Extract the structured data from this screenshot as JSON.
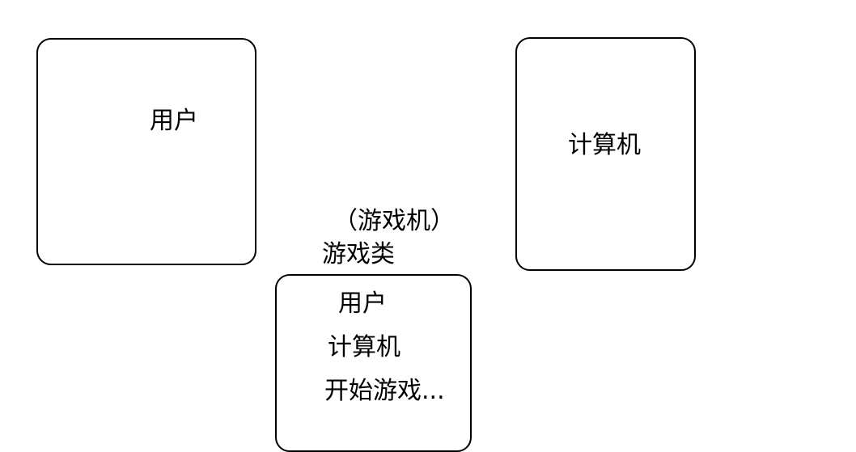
{
  "user_box": {
    "label": "用户"
  },
  "computer_box": {
    "label": "计算机"
  },
  "game_class": {
    "alias": "（游戏机）",
    "name": "游戏类",
    "members": [
      "用户",
      "计算机",
      "开始游戏..."
    ]
  }
}
